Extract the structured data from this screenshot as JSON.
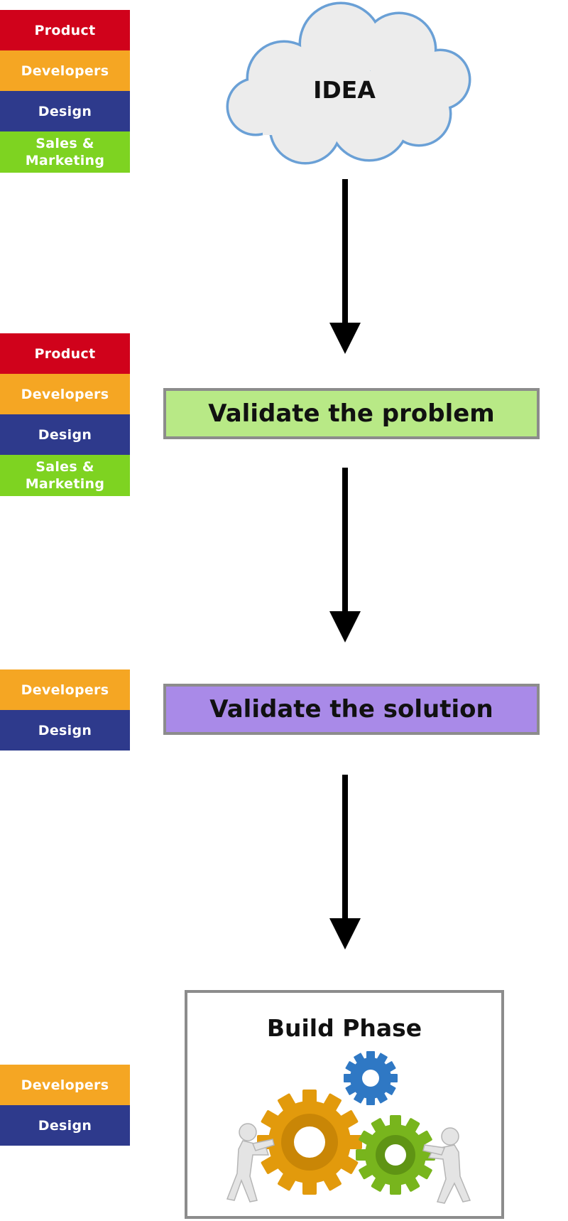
{
  "colors": {
    "product": "#d0021b",
    "developers": "#f5a623",
    "design": "#2e3a8c",
    "sales_marketing": "#7ed321",
    "problem_fill": "#b8e986",
    "solution_fill": "#a98ae8",
    "cloud_fill": "#ececec",
    "cloud_stroke": "#6aa0d6"
  },
  "diagram": {
    "idea": {
      "label": "IDEA"
    },
    "stage_problem": {
      "label": "Validate the problem"
    },
    "stage_solution": {
      "label": "Validate the solution"
    },
    "stage_build": {
      "label": "Build Phase"
    }
  },
  "team_groups": {
    "idea": [
      {
        "label_lines": [
          "Product"
        ],
        "color_key": "product"
      },
      {
        "label_lines": [
          "Developers"
        ],
        "color_key": "developers"
      },
      {
        "label_lines": [
          "Design"
        ],
        "color_key": "design"
      },
      {
        "label_lines": [
          "Sales &",
          "Marketing"
        ],
        "color_key": "sales_marketing"
      }
    ],
    "problem": [
      {
        "label_lines": [
          "Product"
        ],
        "color_key": "product"
      },
      {
        "label_lines": [
          "Developers"
        ],
        "color_key": "developers"
      },
      {
        "label_lines": [
          "Design"
        ],
        "color_key": "design"
      },
      {
        "label_lines": [
          "Sales &",
          "Marketing"
        ],
        "color_key": "sales_marketing"
      }
    ],
    "solution": [
      {
        "label_lines": [
          "Developers"
        ],
        "color_key": "developers"
      },
      {
        "label_lines": [
          "Design"
        ],
        "color_key": "design"
      }
    ],
    "build": [
      {
        "label_lines": [
          "Developers"
        ],
        "color_key": "developers"
      },
      {
        "label_lines": [
          "Design"
        ],
        "color_key": "design"
      }
    ]
  },
  "icons": {
    "idea_cloud": "cloud-icon",
    "arrow": "arrow-down-icon",
    "build_illustration": "gears-with-figures-icon"
  }
}
